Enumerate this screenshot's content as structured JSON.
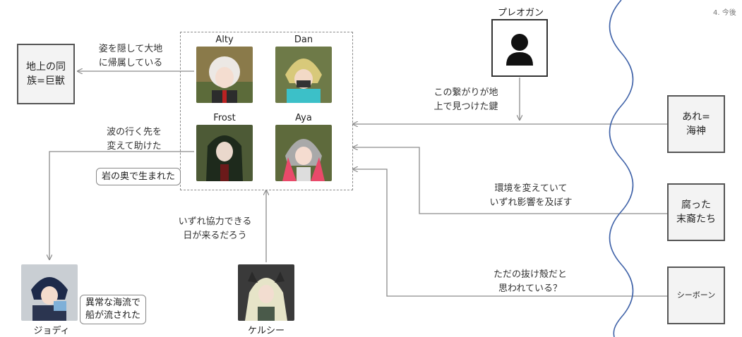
{
  "page_label": "4. 今後",
  "colors": {
    "line": "#8c8c8c",
    "box_fill": "#f3f3f3",
    "box_border": "#555555",
    "wave": "#3f62a8"
  },
  "nodes": {
    "land_tribe": "地上の同\n族=巨獣",
    "pleogan_label": "プレオガン",
    "are_sea_god": "あれ=\n海神",
    "rotten_descendants": "腐った\n末裔たち",
    "seaborn": "シーボーン"
  },
  "group": {
    "members": [
      {
        "name": "Alty",
        "icon": "character-portrait-white-hair"
      },
      {
        "name": "Dan",
        "icon": "character-portrait-blonde-masked"
      },
      {
        "name": "Frost",
        "icon": "character-portrait-dark-hair"
      },
      {
        "name": "Aya",
        "icon": "character-portrait-pink-hood"
      }
    ],
    "born_note": "岩の奥で生まれた"
  },
  "edges": {
    "hide_label": "姿を隠して大地\nに帰属している",
    "wave_label": "波の行く先を\n変えて助けた",
    "key_label": "この繋がりが地\n上で見つけた鍵",
    "env_label": "環境を変えていて\nいずれ影響を及ぼす",
    "shell_label": "ただの抜け殻だと\n思われている？",
    "coop_label": "いずれ協力できる\n日が来るだろう"
  },
  "characters": {
    "jodi": {
      "name": "ジョディ",
      "note": "異常な海流で\n船が流された"
    },
    "kelsey": {
      "name": "ケルシー"
    }
  }
}
